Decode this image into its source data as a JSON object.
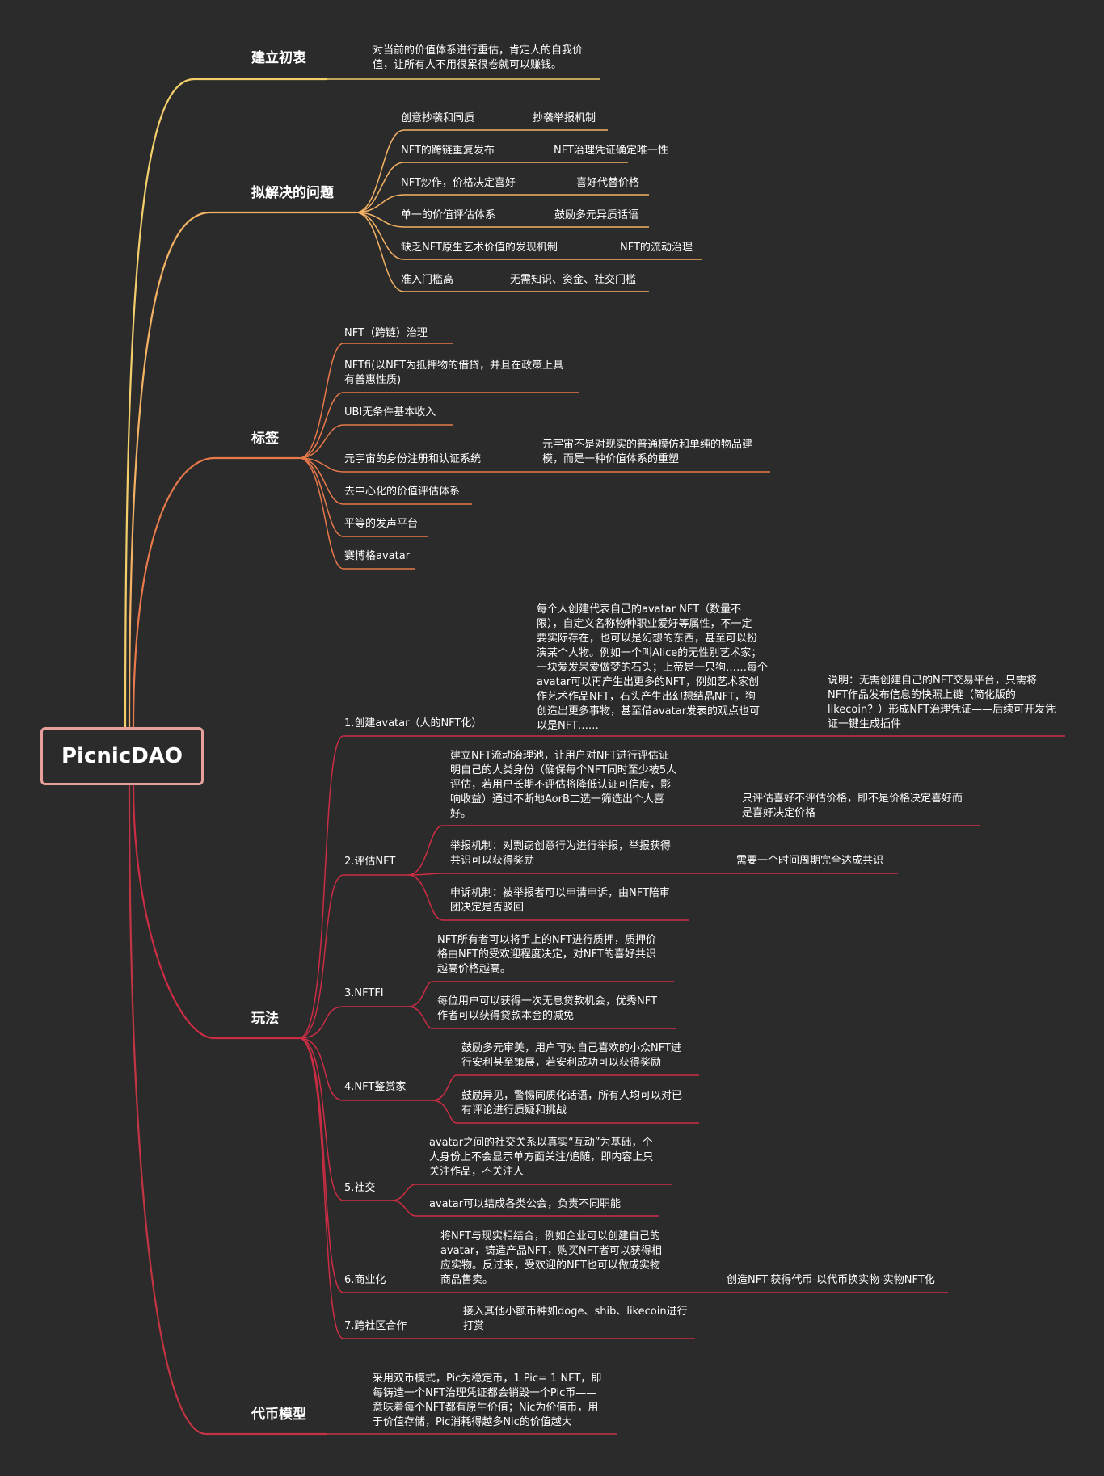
{
  "colors": {
    "background": "#2b2b2b",
    "root_border": "#e8a09a",
    "branch_yellow": "#f3cf6b",
    "branch_light_orange": "#f4b264",
    "branch_orange": "#e8794b",
    "branch_red": "#cc2d45",
    "branch_dark_red": "#c13542"
  },
  "root": {
    "label": "PicnicDAO"
  },
  "branches": {
    "origin": {
      "label": "建立初衷",
      "text": "对当前的价值体系进行重估，肯定人的自我价\n值，让所有人不用很累很卷就可以赚钱。"
    },
    "problems": {
      "label": "拟解决的问题",
      "items": [
        {
          "problem": "创意抄袭和同质",
          "solution": "抄袭举报机制"
        },
        {
          "problem": "NFT的跨链重复发布",
          "solution": "NFT治理凭证确定唯一性"
        },
        {
          "problem": "NFT炒作，价格决定喜好",
          "solution": "喜好代替价格"
        },
        {
          "problem": "单一的价值评估体系",
          "solution": "鼓励多元异质话语"
        },
        {
          "problem": "缺乏NFT原生艺术价值的发现机制",
          "solution": "NFT的流动治理"
        },
        {
          "problem": "准入门槛高",
          "solution": "无需知识、资金、社交门槛"
        }
      ]
    },
    "tags": {
      "label": "标签",
      "items": [
        {
          "text": "NFT（跨链）治理"
        },
        {
          "text": "NFTfi(以NFT为抵押物的借贷，并且在政策上具\n有普惠性质)"
        },
        {
          "text": "UBI无条件基本收入"
        },
        {
          "text": "元宇宙的身份注册和认证系统",
          "note": "元宇宙不是对现实的普通模仿和单纯的物品建\n模，而是一种价值体系的重塑"
        },
        {
          "text": "去中心化的价值评估体系"
        },
        {
          "text": "平等的发声平台"
        },
        {
          "text": "赛博格avatar"
        }
      ]
    },
    "gameplay": {
      "label": "玩法",
      "items": [
        {
          "label": "1.创建avatar（人的NFT化）",
          "detail": "每个人创建代表自己的avatar NFT（数量不\n限），自定义名称物种职业爱好等属性，不一定\n要实际存在，也可以是幻想的东西，甚至可以扮\n演某个人物。例如一个叫Alice的无性别艺术家；\n一块爱发呆爱做梦的石头；上帝是一只狗……每个\navatar可以再产生出更多的NFT，例如艺术家创\n作艺术作品NFT，石头产生出幻想结晶NFT，狗\n创造出更多事物，甚至借avatar发表的观点也可\n以是NFT……",
          "note": "说明：无需创建自己的NFT交易平台，只需将\nNFT作品发布信息的快照上链（简化版的\nlikecoin？）形成NFT治理凭证——后续可开发凭\n证一键生成插件"
        },
        {
          "label": "2.评估NFT",
          "subs": [
            {
              "text": "建立NFT流动治理池，让用户对NFT进行评估证\n明自己的人类身份（确保每个NFT同时至少被5人\n评估，若用户长期不评估将降低认证可信度，影\n响收益）通过不断地AorB二选一筛选出个人喜\n好。",
              "note": "只评估喜好不评估价格，即不是价格决定喜好而\n是喜好决定价格"
            },
            {
              "text": "举报机制：对剽窃创意行为进行举报，举报获得\n共识可以获得奖励",
              "note": "需要一个时间周期完全达成共识"
            },
            {
              "text": "申诉机制：被举报者可以申请申诉，由NFT陪审\n团决定是否驳回"
            }
          ]
        },
        {
          "label": "3.NFTFI",
          "subs": [
            {
              "text": "NFT所有者可以将手上的NFT进行质押，质押价\n格由NFT的受欢迎程度决定，对NFT的喜好共识\n越高价格越高。"
            },
            {
              "text": "每位用户可以获得一次无息贷款机会，优秀NFT\n作者可以获得贷款本金的减免"
            }
          ]
        },
        {
          "label": "4.NFT鉴赏家",
          "subs": [
            {
              "text": "鼓励多元审美，用户可对自己喜欢的小众NFT进\n行安利甚至策展，若安利成功可以获得奖励"
            },
            {
              "text": "鼓励异见，警惕同质化话语，所有人均可以对已\n有评论进行质疑和挑战"
            }
          ]
        },
        {
          "label": "5.社交",
          "subs": [
            {
              "text": "avatar之间的社交关系以真实“互动”为基础，个\n人身份上不会显示单方面关注/追随，即内容上只\n关注作品，不关注人"
            },
            {
              "text": "avatar可以结成各类公会，负责不同职能"
            }
          ]
        },
        {
          "label": "6.商业化",
          "detail": "将NFT与现实相结合，例如企业可以创建自己的\navatar，铸造产品NFT，购买NFT者可以获得相\n应实物。反过来，受欢迎的NFT也可以做成实物\n商品售卖。",
          "note": "创造NFT-获得代币-以代币换实物-实物NFT化"
        },
        {
          "label": "7.跨社区合作",
          "detail": "接入其他小额币种如doge、shib、likecoin进行\n打赏"
        }
      ]
    },
    "token": {
      "label": "代币模型",
      "text": "采用双币模式，Pic为稳定币，1 Pic= 1 NFT，即\n每铸造一个NFT治理凭证都会销毁一个Pic币——\n意味着每个NFT都有原生价值；Nic为价值币，用\n于价值存储，Pic消耗得越多Nic的价值越大"
    }
  }
}
